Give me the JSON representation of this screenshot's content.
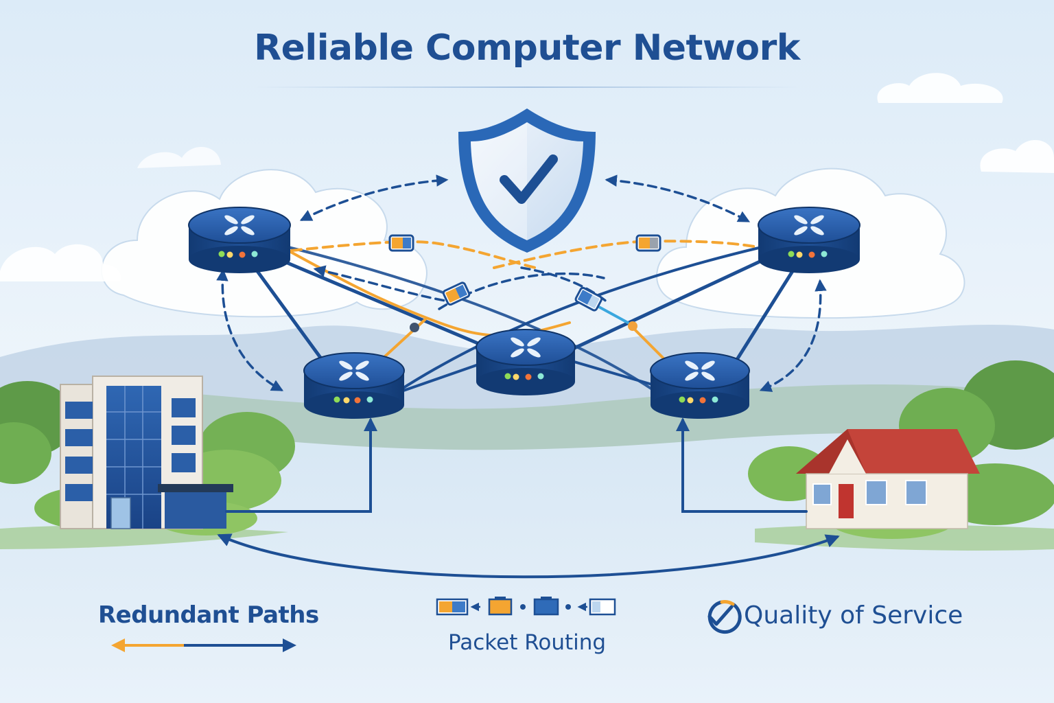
{
  "title": "Reliable Computer Network",
  "labels": {
    "redundant_paths": "Redundant Paths",
    "packet_routing": "Packet Routing",
    "quality_of_service": "Quality of Service"
  },
  "icons": {
    "center": "shield-check-icon",
    "nodes": "router-icon",
    "left_site": "office-building-icon",
    "right_site": "house-icon",
    "qos": "check-circle-icon"
  },
  "colors": {
    "title": "#1f4f93",
    "primary_blue": "#1d4f94",
    "accent_orange": "#f4a531",
    "accent_cyan": "#3aa7de",
    "label": "#1f4f93",
    "led_green": "#8fdc57",
    "led_orange": "#f2743a",
    "led_teal": "#8de9d6"
  }
}
